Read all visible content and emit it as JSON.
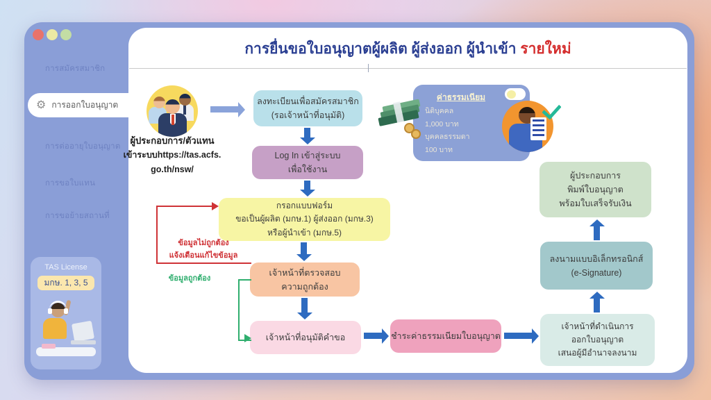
{
  "sidebar": {
    "items": [
      {
        "label": "การสมัครสมาชิก",
        "active": false
      },
      {
        "label": "การออกใบอนุญาต",
        "active": true
      },
      {
        "label": "การต่ออายุใบอนุญาต",
        "active": false
      },
      {
        "label": "การขอใบแทน",
        "active": false
      },
      {
        "label": "การขอย้ายสถานที่",
        "active": false
      }
    ],
    "license_badge": {
      "title": "TAS License",
      "standards": "มกษ. 1, 3, 5"
    }
  },
  "header": {
    "title": "การยื่นขอใบอนุญาตผู้ผลิต ผู้ส่งออก ผู้นำเข้า ",
    "title_highlight": "รายใหม่"
  },
  "actor": {
    "line1": "ผู้ประกอบการ/ตัวแทน",
    "line2": "เข้าระบบhttps://tas.acfs.",
    "line3": "go.th/nsw/"
  },
  "fee_panel": {
    "title": "ค่าธรรมเนียม",
    "rows": [
      {
        "label": "นิติบุคคล",
        "value": "1,000 บาท"
      },
      {
        "label": "บุคคลธรรมดา",
        "value": "100 บาท"
      }
    ]
  },
  "flow": {
    "steps": [
      {
        "id": "register",
        "color": "#b9e0ea",
        "lines": [
          "ลงทะเบียนเพื่อสมัครสมาชิก",
          "(รอเจ้าหน้าที่อนุมัติ)"
        ]
      },
      {
        "id": "login",
        "color": "#c6a0c6",
        "lines": [
          "Log In เข้าสู่ระบบ",
          "เพื่อใช้งาน"
        ]
      },
      {
        "id": "fill-form",
        "color": "#f7f5a4",
        "lines": [
          "กรอกแบบฟอร์ม",
          "ขอเป็นผู้ผลิต (มกษ.1) ผู้ส่งออก (มกษ.3)",
          "หรือผู้นำเข้า (มกษ.5)"
        ]
      },
      {
        "id": "review",
        "color": "#f8c5a3",
        "lines": [
          "เจ้าหน้าที่ตรวจสอบ",
          "ความถูกต้อง"
        ]
      },
      {
        "id": "approve",
        "color": "#fad9e4",
        "lines": [
          "เจ้าหน้าที่อนุมัติคำขอ"
        ]
      },
      {
        "id": "pay-fee",
        "color": "#efa2bd",
        "lines": [
          "ชำระค่าธรรมเนียมใบอนุญาต"
        ]
      },
      {
        "id": "issue",
        "color": "#d9ebe7",
        "lines": [
          "เจ้าหน้าที่ดำเนินการ",
          "ออกใบอนุญาต",
          "เสนอผู้มีอำนาจลงนาม"
        ]
      },
      {
        "id": "esign",
        "color": "#a2c8cb",
        "lines": [
          "ลงนามแบบอิเล็กทรอนิกส์",
          "(e-Signature)"
        ]
      },
      {
        "id": "print",
        "color": "#cfe2cb",
        "lines": [
          "ผู้ประกอบการ",
          "พิมพ์ใบอนุญาต",
          "พร้อมใบเสร็จรับเงิน"
        ]
      }
    ],
    "branch_invalid": {
      "line1": "ข้อมูลไม่ถูกต้อง",
      "line2": "แจ้งเตือนแก้ไขข้อมูล",
      "color": "#cf3236"
    },
    "branch_valid": {
      "label": "ข้อมูลถูกต้อง",
      "color": "#2fae6e"
    }
  },
  "icons": {
    "gear": "⚙"
  },
  "colors": {
    "window": "#8a9ed7",
    "arrow": "#2e6bc0",
    "arrow_light": "#8aa3da",
    "title": "#2b3f92",
    "title_highlight": "#d42d2d",
    "fee_panel": "#8ca1d6",
    "tas_panel": "#a9b9e6"
  }
}
